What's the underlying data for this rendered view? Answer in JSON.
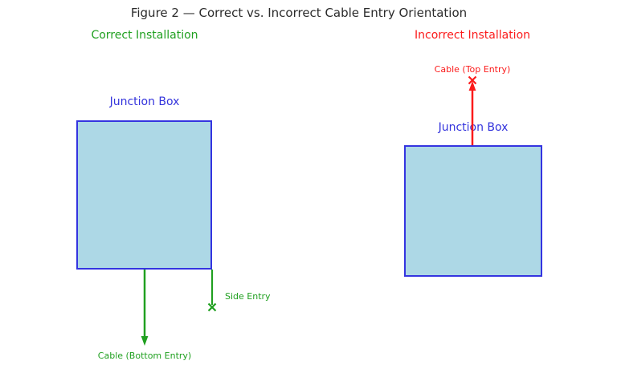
{
  "figure": {
    "title": "Figure 2 — Correct vs. Incorrect Cable Entry Orientation"
  },
  "colors": {
    "title_gray": "#2b2b2b",
    "correct_green": "#20a020",
    "incorrect_red": "#fb1b1b",
    "box_border_blue": "#3434e0",
    "box_fill_lightblue": "#add8e6",
    "label_blue": "#3333dc"
  },
  "correct_panel": {
    "subtitle": "Correct Installation",
    "junction_box_label": "Junction Box",
    "cable_label": "Cable (Bottom Entry)",
    "side_entry_label": "Side Entry",
    "arrow_icon": "down-arrow-icon",
    "marker_icon": "x-marker-icon"
  },
  "incorrect_panel": {
    "subtitle": "Incorrect Installation",
    "junction_box_label": "Junction Box",
    "cable_label": "Cable (Top Entry)",
    "arrow_icon": "up-arrow-icon",
    "marker_icon": "x-marker-icon"
  }
}
